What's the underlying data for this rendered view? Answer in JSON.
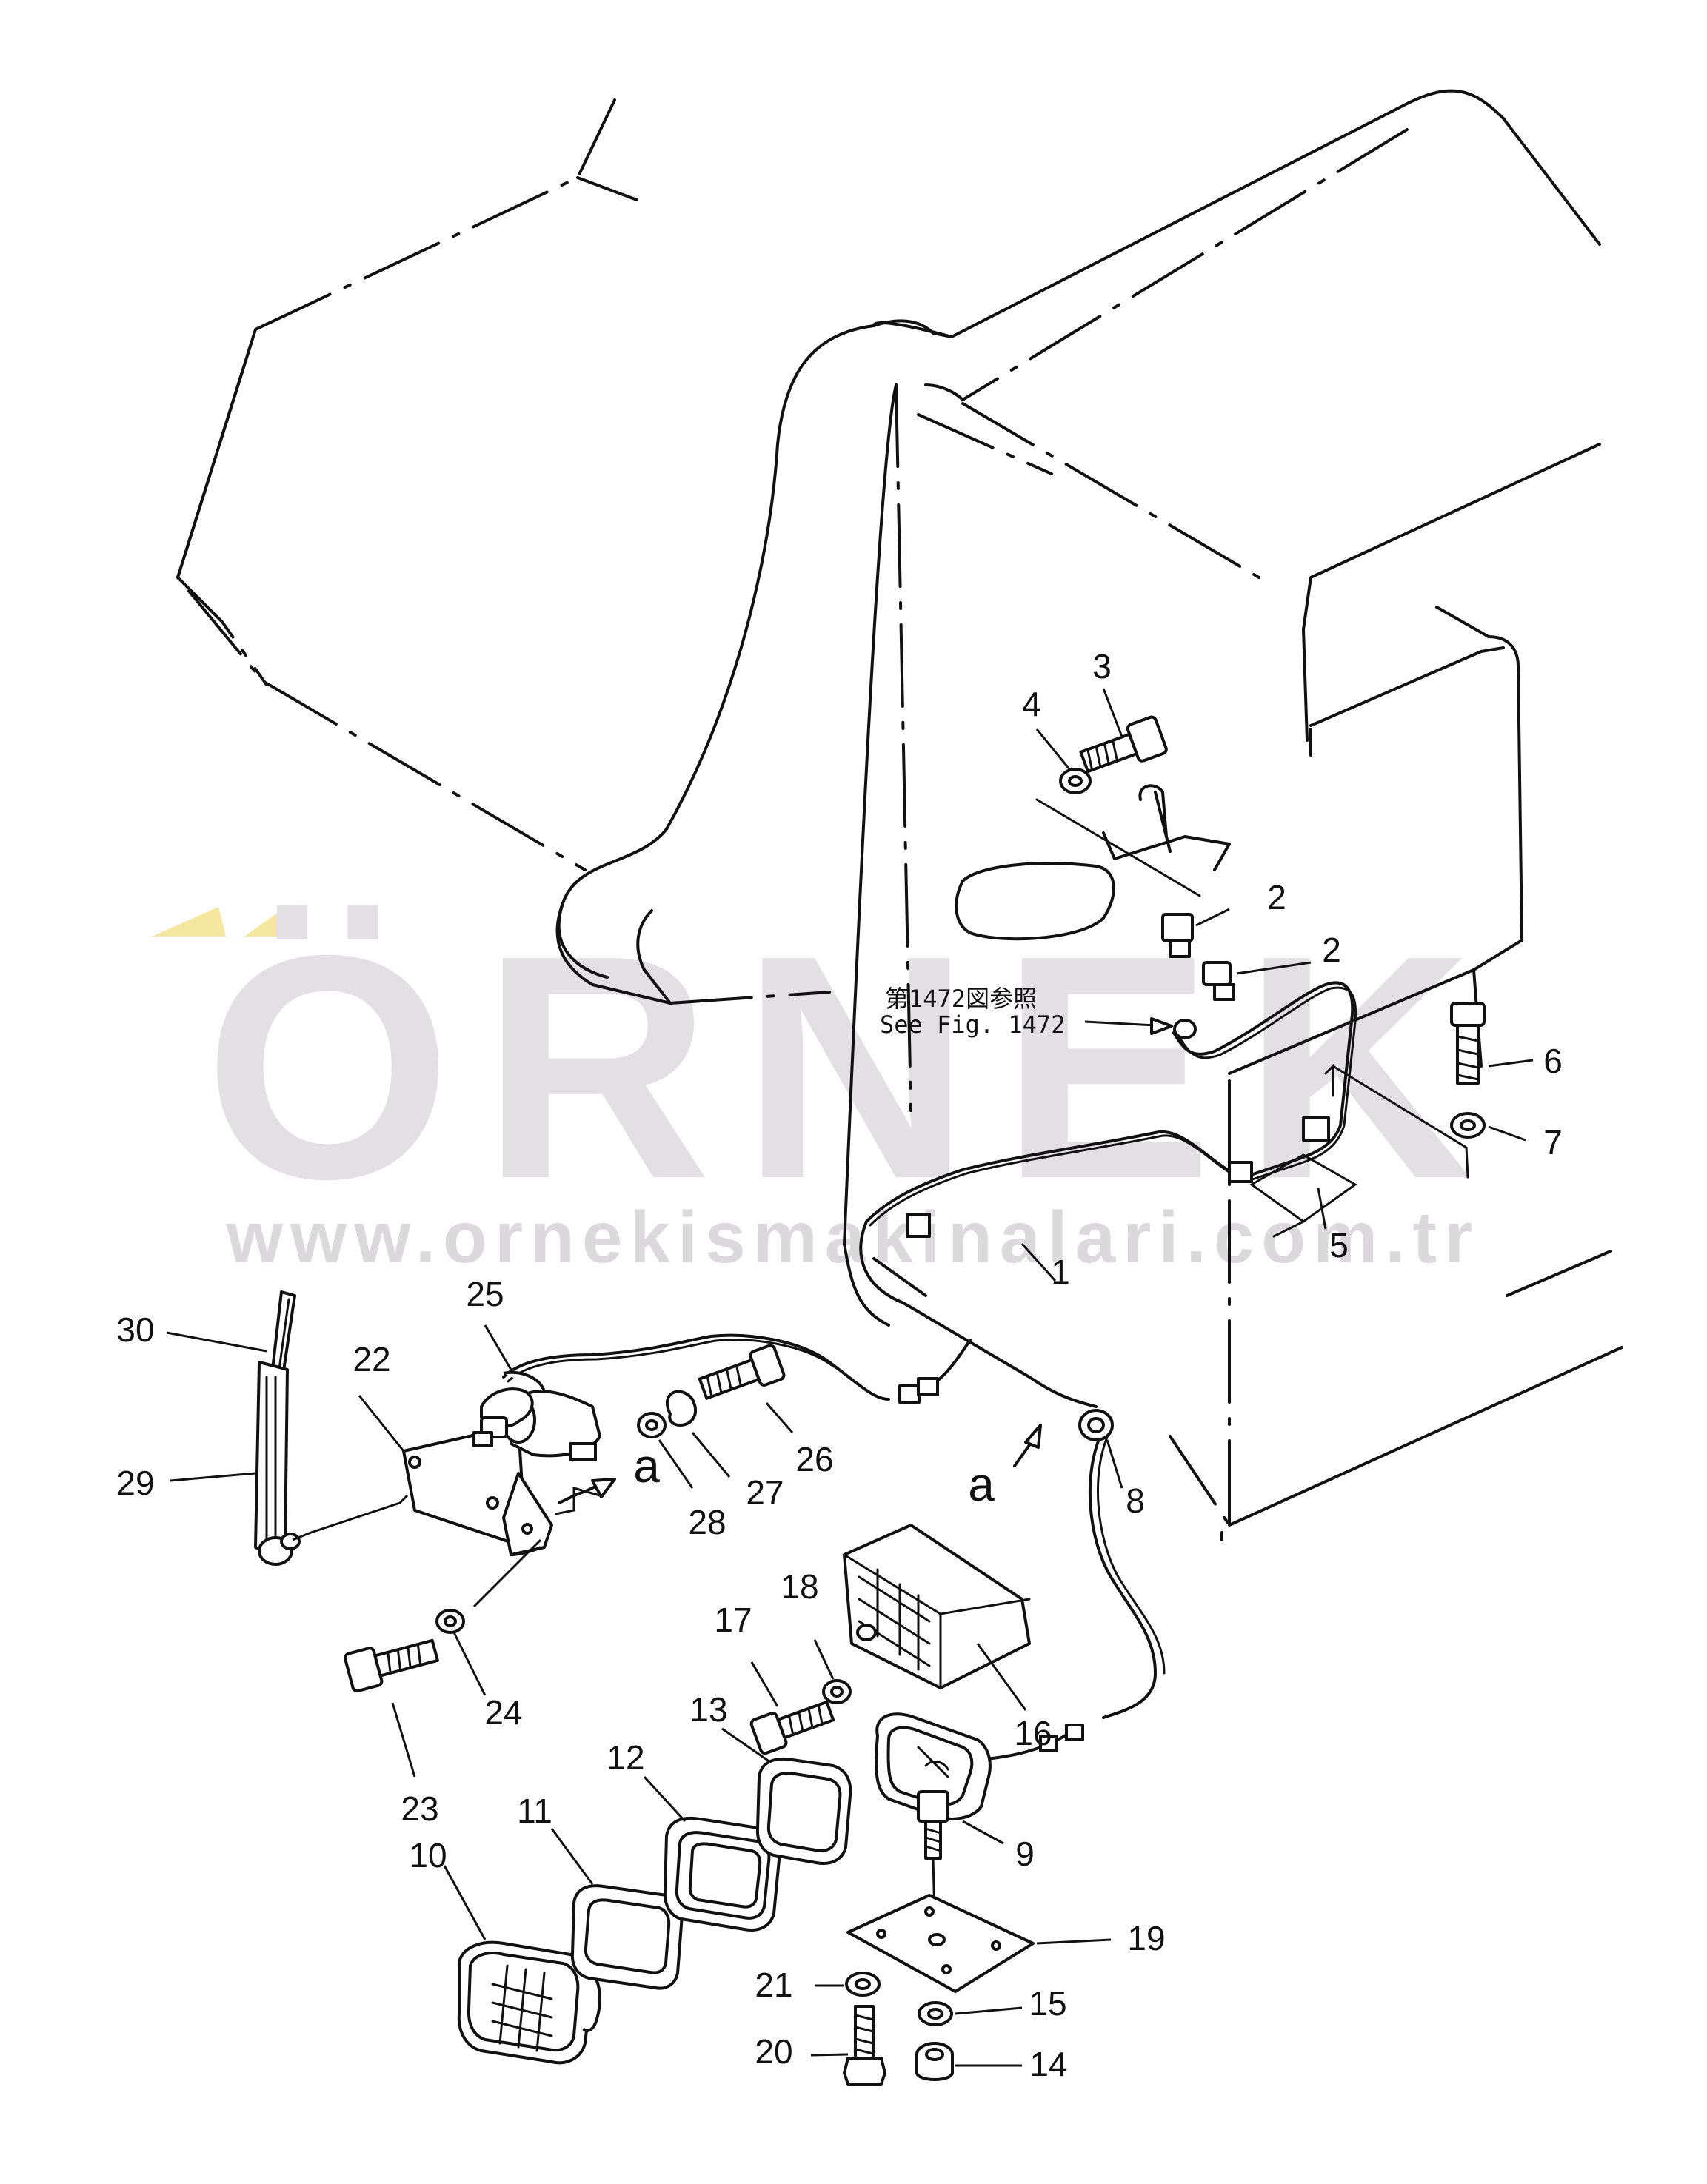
{
  "callouts": [
    {
      "id": "1",
      "label": "1"
    },
    {
      "id": "2a",
      "label": "2"
    },
    {
      "id": "2b",
      "label": "2"
    },
    {
      "id": "3",
      "label": "3"
    },
    {
      "id": "4",
      "label": "4"
    },
    {
      "id": "5",
      "label": "5"
    },
    {
      "id": "6",
      "label": "6"
    },
    {
      "id": "7",
      "label": "7"
    },
    {
      "id": "8",
      "label": "8"
    },
    {
      "id": "9",
      "label": "9"
    },
    {
      "id": "10",
      "label": "10"
    },
    {
      "id": "11",
      "label": "11"
    },
    {
      "id": "12",
      "label": "12"
    },
    {
      "id": "13",
      "label": "13"
    },
    {
      "id": "14",
      "label": "14"
    },
    {
      "id": "15",
      "label": "15"
    },
    {
      "id": "16",
      "label": "16"
    },
    {
      "id": "17",
      "label": "17"
    },
    {
      "id": "18",
      "label": "18"
    },
    {
      "id": "19",
      "label": "19"
    },
    {
      "id": "20",
      "label": "20"
    },
    {
      "id": "21",
      "label": "21"
    },
    {
      "id": "22",
      "label": "22"
    },
    {
      "id": "23",
      "label": "23"
    },
    {
      "id": "24",
      "label": "24"
    },
    {
      "id": "25",
      "label": "25"
    },
    {
      "id": "26",
      "label": "26"
    },
    {
      "id": "27",
      "label": "27"
    },
    {
      "id": "28",
      "label": "28"
    },
    {
      "id": "29",
      "label": "29"
    },
    {
      "id": "30",
      "label": "30"
    }
  ],
  "connection_marks": {
    "left": "a",
    "right": "a"
  },
  "reference": {
    "japanese": "第1472図参照",
    "english": "See Fig. 1472"
  },
  "watermark": {
    "brand": "ÖRNEK",
    "url": "www.ornekismakinalari.com.tr",
    "brand_color": "#e3e0e4",
    "accent_color": "#f5e6a0"
  }
}
